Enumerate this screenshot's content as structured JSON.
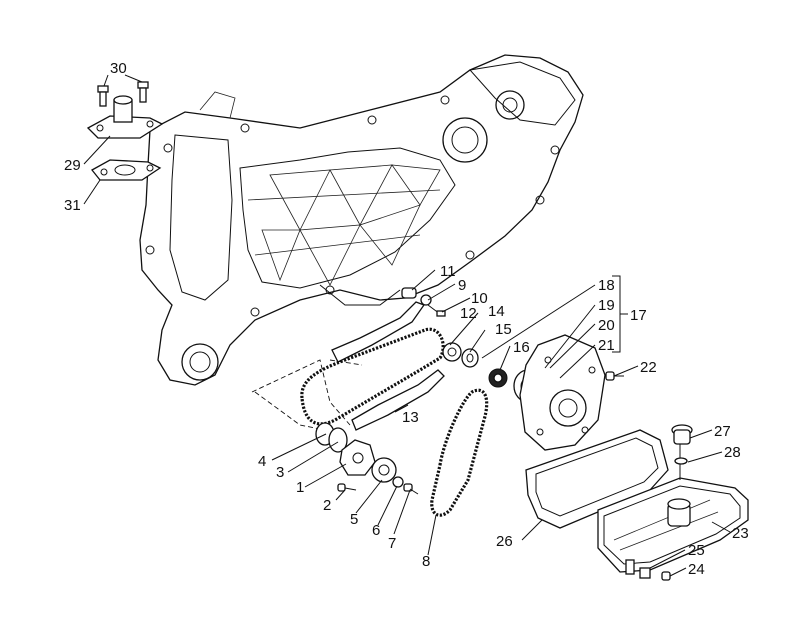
{
  "diagram": {
    "colors": {
      "ink": "#111111",
      "paper": "#ffffff"
    },
    "callouts": [
      {
        "n": "1"
      },
      {
        "n": "2"
      },
      {
        "n": "3"
      },
      {
        "n": "4"
      },
      {
        "n": "5"
      },
      {
        "n": "6"
      },
      {
        "n": "7"
      },
      {
        "n": "8"
      },
      {
        "n": "9"
      },
      {
        "n": "10"
      },
      {
        "n": "11"
      },
      {
        "n": "12"
      },
      {
        "n": "13"
      },
      {
        "n": "14"
      },
      {
        "n": "15"
      },
      {
        "n": "16"
      },
      {
        "n": "17"
      },
      {
        "n": "18"
      },
      {
        "n": "19"
      },
      {
        "n": "20"
      },
      {
        "n": "21"
      },
      {
        "n": "22"
      },
      {
        "n": "23"
      },
      {
        "n": "24"
      },
      {
        "n": "25"
      },
      {
        "n": "26"
      },
      {
        "n": "27"
      },
      {
        "n": "28"
      },
      {
        "n": "29"
      },
      {
        "n": "30"
      },
      {
        "n": "31"
      }
    ]
  }
}
